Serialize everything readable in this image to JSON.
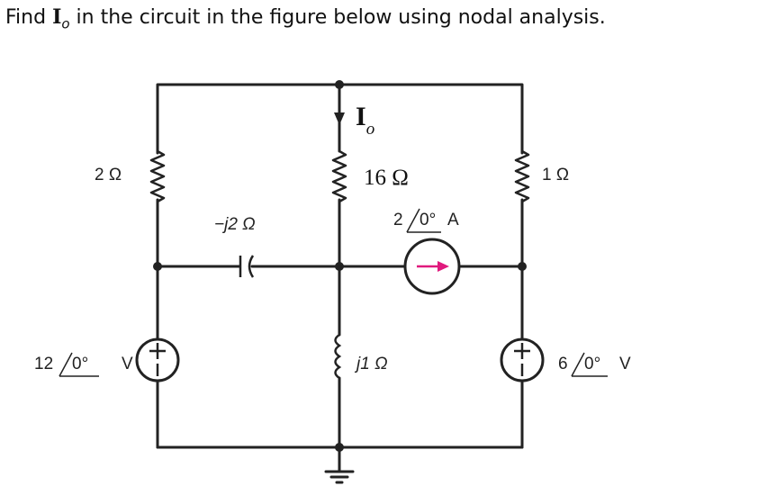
{
  "question": {
    "prefix": "Find ",
    "var_main": "I",
    "var_sub": "o",
    "suffix": " in the circuit in the figure below using nodal analysis."
  },
  "circuit": {
    "resistor_left": "2 Ω",
    "resistor_mid": "16 Ω",
    "resistor_right": "1 Ω",
    "capacitor": "−j2 Ω",
    "inductor": "j1 Ω",
    "current_source_mag": "2",
    "current_source_angle": "0°",
    "current_source_unit": "A",
    "vsrc_left_mag": "12",
    "vsrc_left_angle": "0°",
    "vsrc_left_unit": "V",
    "vsrc_right_mag": "6",
    "vsrc_right_angle": "0°",
    "vsrc_right_unit": "V",
    "current_label_main": "I",
    "current_label_sub": "o"
  },
  "colors": {
    "wire": "#222222",
    "arrow": "#e0197d"
  }
}
